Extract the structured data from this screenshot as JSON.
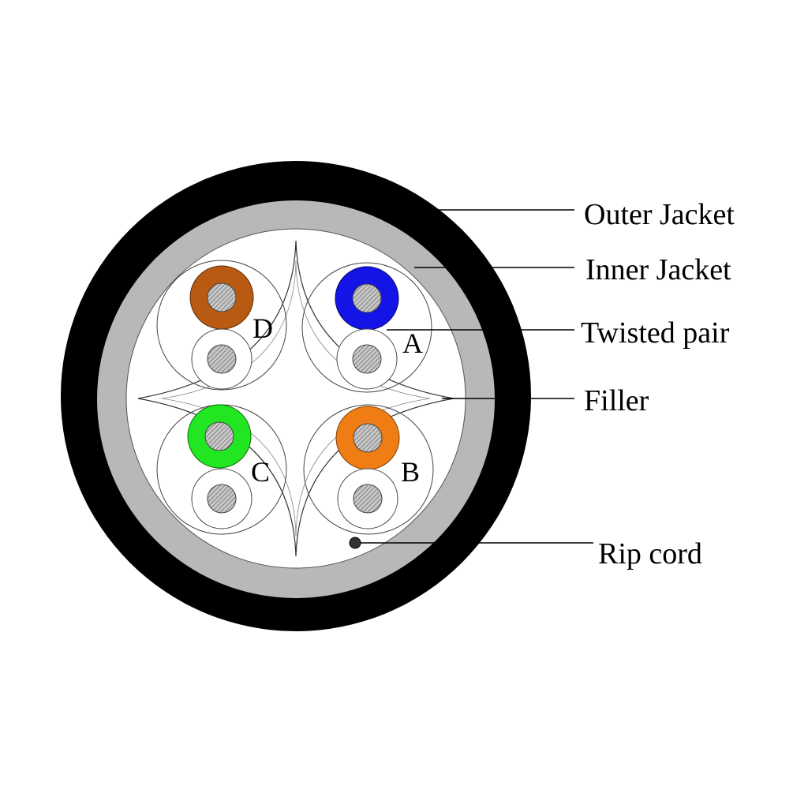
{
  "labels": {
    "outer_jacket": "Outer Jacket",
    "inner_jacket": "Inner Jacket",
    "twisted_pair": "Twisted pair",
    "filler": "Filler",
    "rip_cord": "Rip cord"
  },
  "pairs": [
    {
      "letter": "D",
      "color": "#b85a12"
    },
    {
      "letter": "A",
      "color": "#1414e6"
    },
    {
      "letter": "C",
      "color": "#22e622"
    },
    {
      "letter": "B",
      "color": "#f07d14"
    }
  ],
  "colors": {
    "outer_jacket": "#000000",
    "inner_jacket": "#b8b8b8",
    "core_background": "#ffffff",
    "conductor": "#b0b0b0",
    "rip_cord": "#333333"
  }
}
